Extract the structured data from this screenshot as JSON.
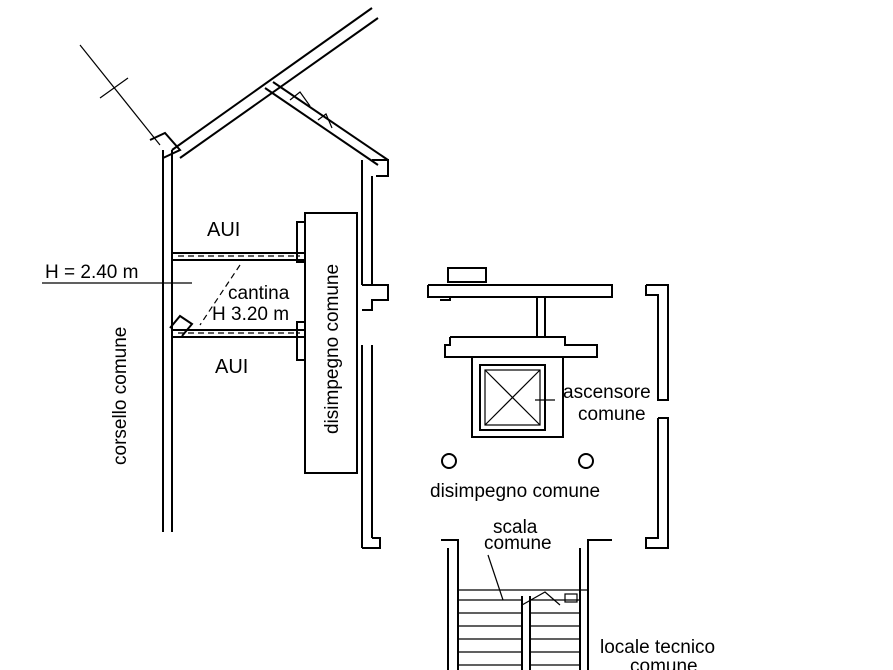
{
  "labels": {
    "aui_top": "AUI",
    "aui_bottom": "AUI",
    "height_cellar": "H = 2.40 m",
    "cantina": "cantina",
    "height_cantina": "H 3.20 m",
    "corsello": "corsello comune",
    "disimpegno_vertical": "disimpegno comune",
    "ascensore": "ascensore",
    "ascensore_comune": "comune",
    "disimpegno_horizontal": "disimpegno comune",
    "scala": "scala",
    "scala_comune": "comune",
    "locale_tecnico": "locale tecnico",
    "locale_comune": "comune"
  }
}
